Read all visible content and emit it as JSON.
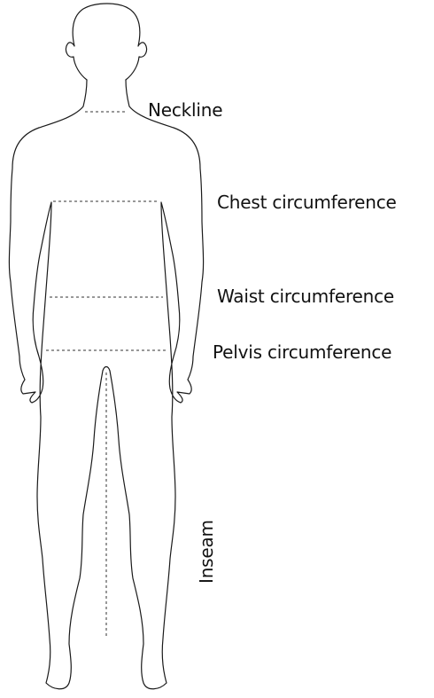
{
  "labels": {
    "neckline": "Neckline",
    "chest": "Chest circumference",
    "waist": "Waist circumference",
    "pelvis": "Pelvis circumference",
    "inseam": "Inseam"
  },
  "colors": {
    "outline": "#1a1a1a",
    "guide": "#333333",
    "text": "#111111"
  }
}
